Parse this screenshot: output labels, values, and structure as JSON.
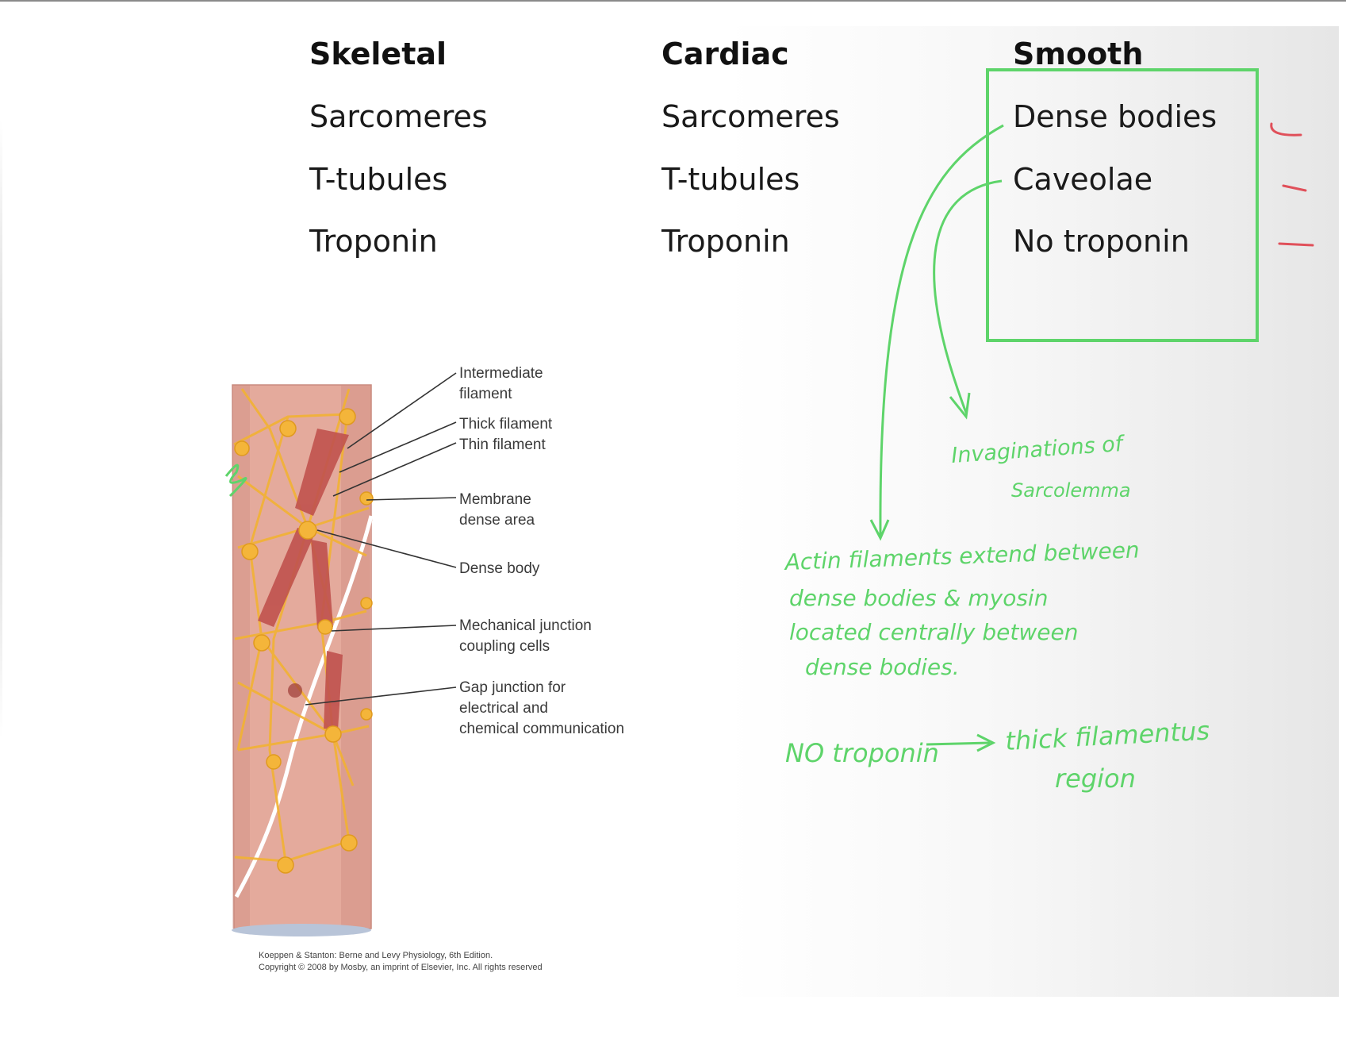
{
  "columns": [
    {
      "heading": "Skeletal",
      "items": [
        "Sarcomeres",
        "T-tubules",
        "Troponin"
      ]
    },
    {
      "heading": "Cardiac",
      "items": [
        "Sarcomeres",
        "T-tubules",
        "Troponin"
      ]
    },
    {
      "heading": "Smooth",
      "items": [
        "Dense bodies",
        "Caveolae",
        "No troponin"
      ]
    }
  ],
  "diagram": {
    "labels": {
      "intermediate_1": "Intermediate",
      "intermediate_2": "filament",
      "thick": "Thick filament",
      "thin": "Thin filament",
      "membrane_1": "Membrane",
      "membrane_2": "dense area",
      "dense_body": "Dense body",
      "mech_1": "Mechanical junction",
      "mech_2": "coupling cells",
      "gap_1": "Gap junction for",
      "gap_2": "electrical and",
      "gap_3": "chemical communication"
    },
    "credit_1": "Koeppen & Stanton: Berne and Levy Physiology, 6th Edition.",
    "credit_2": "Copyright © 2008 by Mosby, an imprint of Elsevier, Inc. All rights reserved"
  },
  "handwriting": {
    "caveolae_note_1": "Invaginations of",
    "caveolae_note_2": "Sarcolemma",
    "dense_note_1": "Actin filaments extend between",
    "dense_note_2": "dense   bodies & myosin",
    "dense_note_3": "located  centrally  between",
    "dense_note_4": "dense  bodies.",
    "troponin_from": "NO troponin",
    "troponin_to_1": "thick  filamentus",
    "troponin_to_2": "region"
  },
  "colors": {
    "annotation_green": "#5ed46a",
    "annotation_red": "#e0505a",
    "fiber_pink": "#e3a89a",
    "filament_yellow": "#f2b233",
    "myosin_red": "#c0524e"
  }
}
